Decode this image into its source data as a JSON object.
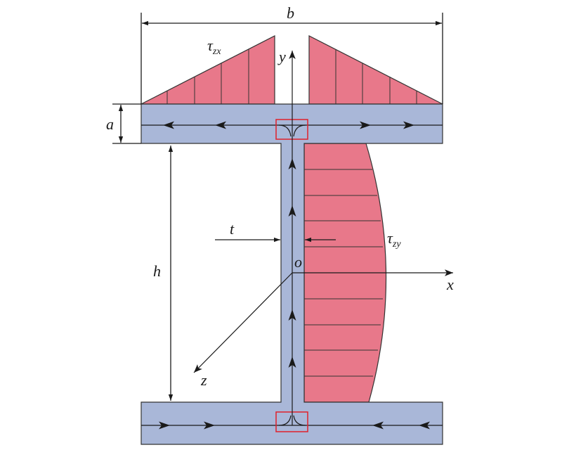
{
  "colors": {
    "beam": "#a9b7d8",
    "stress": "#e8788a",
    "marker": "#e0202a",
    "line": "#1a1a1a"
  },
  "labels": {
    "width": "b",
    "flange_thickness": "a",
    "web_height": "h",
    "web_thickness": "t",
    "origin": "o",
    "axis_x": "x",
    "axis_y": "y",
    "axis_z": "z",
    "tau_flange": {
      "symbol": "τ",
      "subscript": "zx"
    },
    "tau_web": {
      "symbol": "τ",
      "subscript": "zy"
    }
  }
}
